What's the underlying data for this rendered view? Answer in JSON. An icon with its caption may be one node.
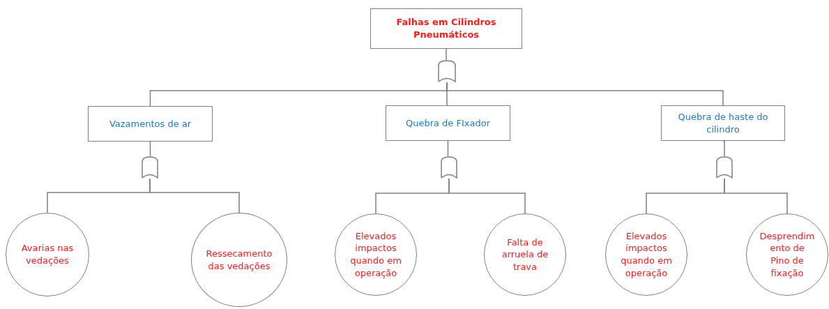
{
  "diagram": {
    "nodes": [
      {
        "text": [
          "Falhas em Cilindros Pneumáticos"
        ]
      },
      {
        "text": [],
        "shape": "gate"
      },
      {
        "text": [
          "Vazamentos de ar"
        ]
      },
      {
        "text": [
          "Quebra de FIxador"
        ]
      },
      {
        "text": [
          "Quebra de haste do cilindro"
        ]
      },
      {
        "text": [],
        "shape": "gate"
      },
      {
        "text": [],
        "shape": "gate"
      },
      {
        "text": [],
        "shape": "gate"
      },
      {
        "text": [
          "Avarias nas vedações"
        ]
      },
      {
        "text": [
          "Ressecamento das vedações"
        ]
      },
      {
        "text": [
          "Elevados impactos quando em operação"
        ]
      },
      {
        "text": [
          "Falta de arruela de trava"
        ]
      },
      {
        "text": [
          "Elevados impactos quando em operação"
        ]
      },
      {
        "text": [
          "Desprendimento de Pino de fixação"
        ]
      }
    ],
    "edges": [
      {
        "from": 0,
        "to": 1,
        "arrow": "none"
      },
      {
        "from": 1,
        "to": 2,
        "arrow": "none"
      },
      {
        "from": 1,
        "to": 3,
        "arrow": "none"
      },
      {
        "from": 1,
        "to": 4,
        "arrow": "none"
      },
      {
        "from": 2,
        "to": 5,
        "arrow": "none"
      },
      {
        "from": 3,
        "to": 6,
        "arrow": "none"
      },
      {
        "from": 4,
        "to": 7,
        "arrow": "none"
      },
      {
        "from": 5,
        "to": 8,
        "arrow": "none"
      },
      {
        "from": 5,
        "to": 9,
        "arrow": "none"
      },
      {
        "from": 6,
        "to": 10,
        "arrow": "none"
      },
      {
        "from": 6,
        "to": 11,
        "arrow": "none"
      },
      {
        "from": 7,
        "to": 12,
        "arrow": "none"
      },
      {
        "from": 7,
        "to": 13,
        "arrow": "none"
      }
    ]
  }
}
